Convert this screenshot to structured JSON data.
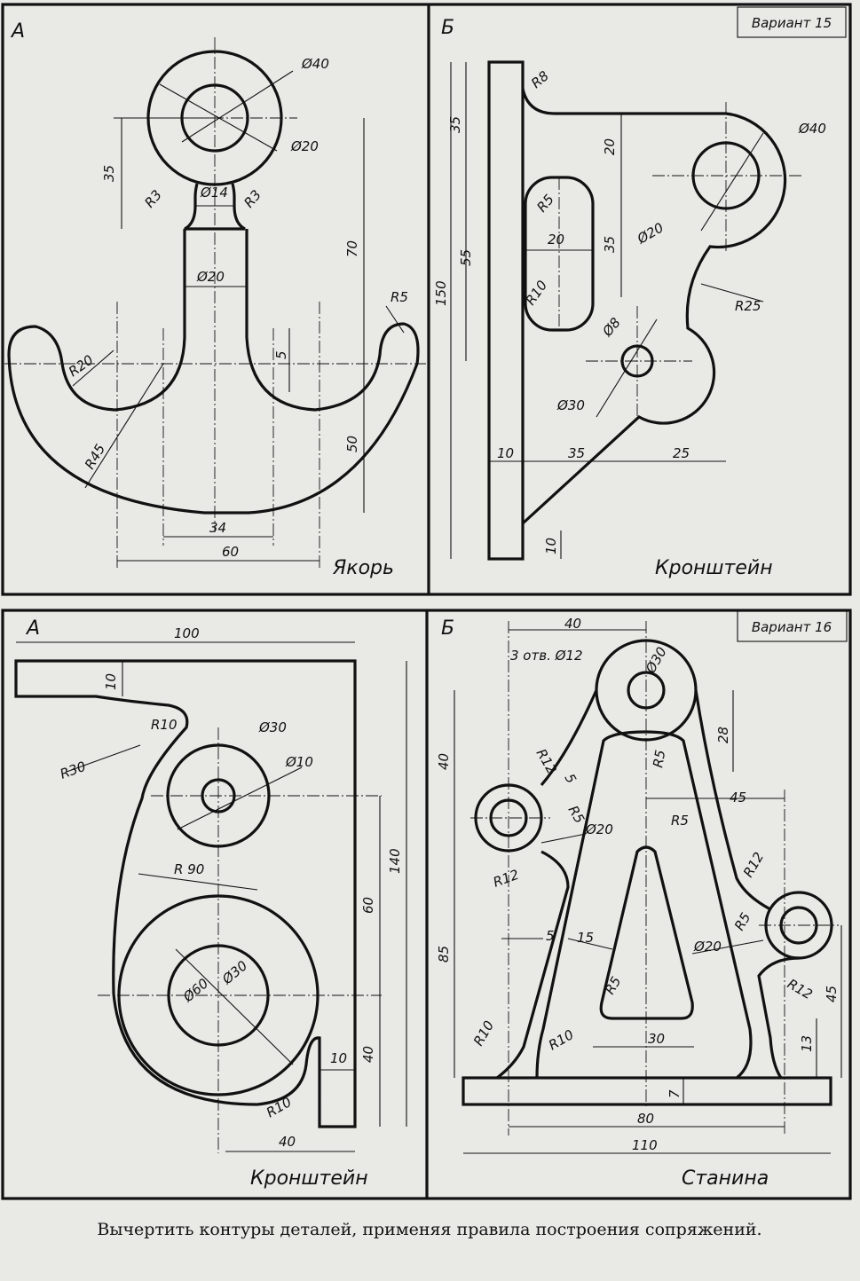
{
  "sheet_top": {
    "variant": "Вариант 15",
    "left": {
      "corner": "А",
      "title": "Якорь",
      "dims": [
        "Ø40",
        "Ø20",
        "35",
        "R3",
        "Ø14",
        "R3",
        "70",
        "Ø20",
        "R5",
        "R20",
        "5",
        "R45",
        "50",
        "34",
        "60"
      ]
    },
    "right": {
      "corner": "Б",
      "title": "Кронштейн",
      "dims": [
        "R8",
        "35",
        "20",
        "Ø40",
        "R5",
        "20",
        "35",
        "Ø20",
        "55",
        "150",
        "R10",
        "R25",
        "Ø8",
        "Ø30",
        "10",
        "35",
        "25",
        "10"
      ]
    }
  },
  "sheet_bottom": {
    "variant": "Вариант 16",
    "left": {
      "corner": "А",
      "title": "Кронштейн",
      "dims": [
        "100",
        "10",
        "R10",
        "Ø30",
        "R30",
        "Ø10",
        "R 90",
        "140",
        "60",
        "Ø60",
        "Ø30",
        "40",
        "10",
        "R10",
        "40"
      ]
    },
    "right": {
      "corner": "Б",
      "title": "Станина",
      "dims": [
        "40",
        "3 отв. Ø12",
        "Ø30",
        "28",
        "R12",
        "5",
        "R5",
        "R5",
        "45",
        "40",
        "Ø20",
        "R5",
        "R12",
        "R12",
        "85",
        "5",
        "15",
        "R5",
        "Ø20",
        "R5",
        "R12",
        "45",
        "R10",
        "R10",
        "30",
        "13",
        "7",
        "80",
        "110"
      ]
    }
  },
  "caption": "Вычертить контуры деталей, применяя правила построения сопряжений."
}
